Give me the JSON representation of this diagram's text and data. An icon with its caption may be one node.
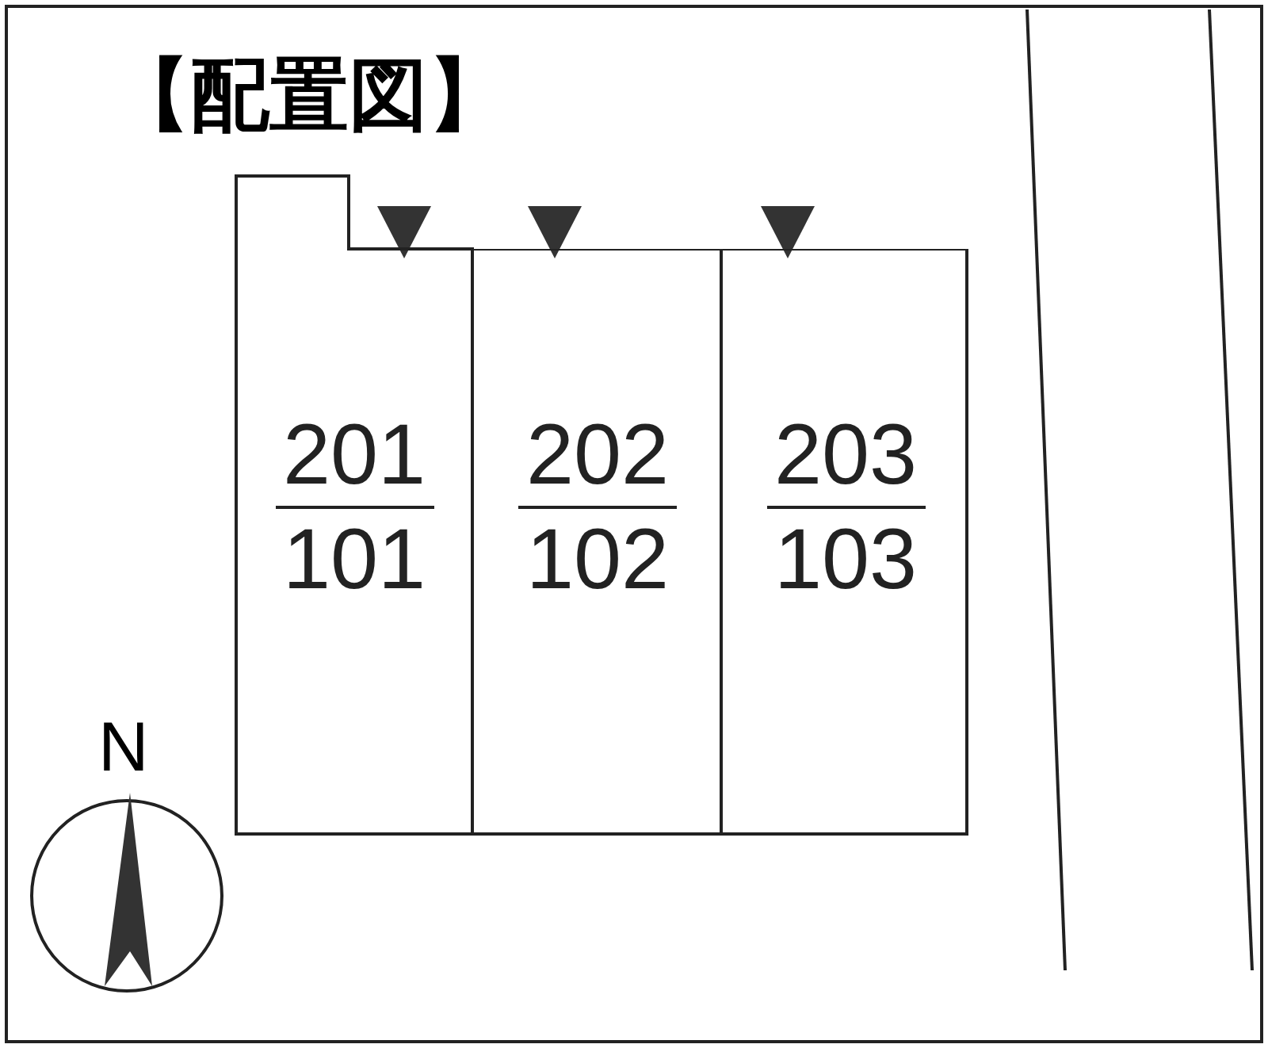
{
  "diagram": {
    "title": "【配置図】",
    "nodes": [
      {
        "text": [
          "201",
          "101"
        ]
      },
      {
        "text": [
          "202",
          "102"
        ]
      },
      {
        "text": [
          "203",
          "103"
        ]
      }
    ],
    "edges": [],
    "labels": [
      "N"
    ]
  }
}
